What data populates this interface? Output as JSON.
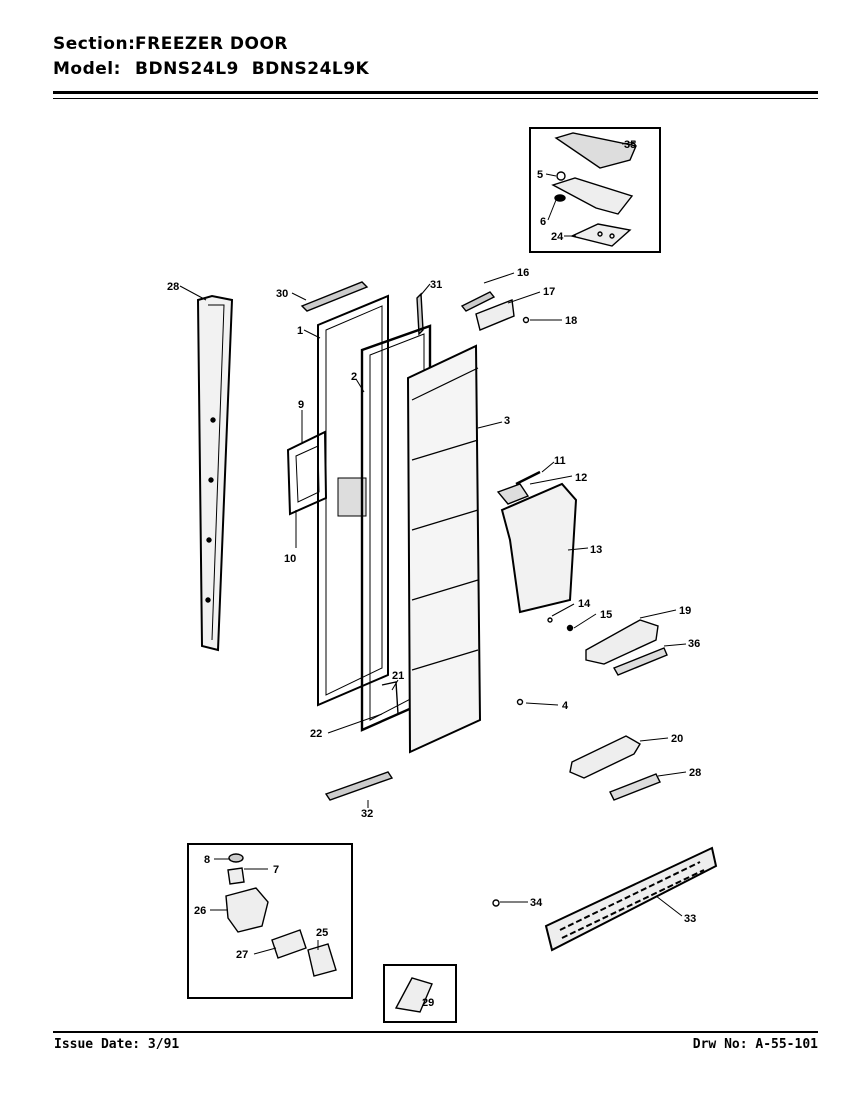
{
  "header": {
    "section_label": "Section:",
    "section_value": "FREEZER DOOR",
    "model_label": "Model:",
    "model_value": "BDNS24L9  BDNS24L9K"
  },
  "footer": {
    "issue_date": "Issue Date: 3/91",
    "drawing_no": "Drw No: A-55-101"
  },
  "callouts": {
    "c1": "1",
    "c2": "2",
    "c3": "3",
    "c4": "4",
    "c5": "5",
    "c6": "6",
    "c7": "7",
    "c8": "8",
    "c9": "9",
    "c10": "10",
    "c11": "11",
    "c12": "12",
    "c13": "13",
    "c14": "14",
    "c15": "15",
    "c16": "16",
    "c17": "17",
    "c18": "18",
    "c19": "19",
    "c20": "20",
    "c21": "21",
    "c22": "22",
    "c24": "24",
    "c25": "25",
    "c26": "26",
    "c27": "27",
    "c28": "28",
    "c28b": "28",
    "c29": "29",
    "c30": "30",
    "c31": "31",
    "c32": "32",
    "c33": "33",
    "c34": "34",
    "c35": "35",
    "c36": "36"
  }
}
